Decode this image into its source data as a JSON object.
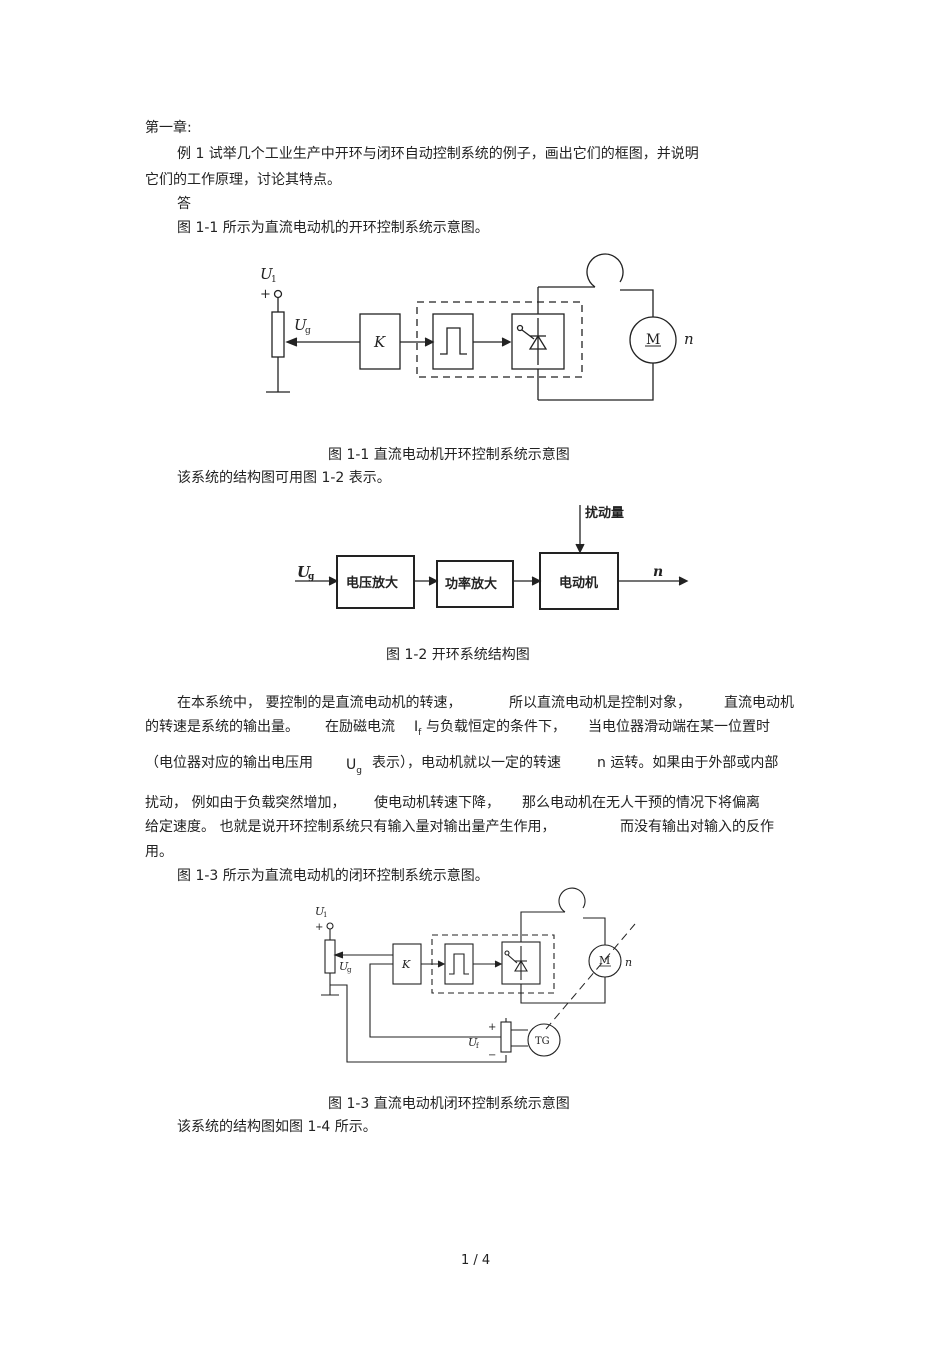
{
  "heading": "第一章:",
  "question": {
    "line1": "例 1 试举几个工业生产中开环与闭环自动控制系统的例子，画出它们的框图，并说明",
    "line2": "它们的工作原理，讨论其特点。"
  },
  "answer_label": "答",
  "intro_fig1": "图 1-1 所示为直流电动机的开环控制系统示意图。",
  "fig1": {
    "caption": "图 1-1    直流电动机开环控制系统示意图",
    "u1_label": "U",
    "u1_sub": "1",
    "plus": "+",
    "ug_label": "U",
    "ug_sub": "g",
    "k_label": "K",
    "motor_label": "M",
    "speed_label": "n"
  },
  "intro_fig2": "该系统的结构图可用图    1-2 表示。",
  "fig2": {
    "caption": "图 1-2    开环系统结构图",
    "input_label": "U",
    "input_sub": "g",
    "disturbance_label": "扰动量",
    "block1": "电压放大",
    "block2": "功率放大",
    "block3": "电动机",
    "output_label": "n"
  },
  "para": {
    "l1a": "在本系统中，  要控制的是直流电动机的转速，",
    "l1b": "所以直流电动机是控制对象，",
    "l1c": "直流电动机",
    "l2a": "的转速是系统的输出量。",
    "l2b": "在励磁电流",
    "l2c": "I",
    "l2c_sub": "f",
    "l2d": "与负载恒定的条件下，",
    "l2e": "当电位器滑动端在某一位置时",
    "l3a": "（电位器对应的输出电压用",
    "l3b": "U",
    "l3b_sub": "g",
    "l3c": "表示），电动机就以一定的转速",
    "l3d": "n 运转。如果由于外部或内部",
    "l4a": "扰动，  例如由于负载突然增加，",
    "l4b": "使电动机转速下降，",
    "l4c": "那么电动机在无人干预的情况下将偏离",
    "l5a": "给定速度。  也就是说开环控制系统只有输入量对输出量产生作用，",
    "l5b": "而没有输出对输入的反作",
    "l6": "用。"
  },
  "intro_fig3": "图 1-3 所示为直流电动机的闭环控制系统示意图。",
  "fig3": {
    "caption": "图 1-3    直流电动机闭环控制系统示意图",
    "u1_label": "U",
    "u1_sub": "1",
    "plus": "+",
    "ug_label": "U",
    "ug_sub": "g",
    "k_label": "K",
    "motor_label": "M",
    "speed_label": "n",
    "tg_label": "TG",
    "uf_label": "U",
    "uf_sub": "f",
    "fb_plus": "+",
    "fb_minus": "−"
  },
  "intro_fig4": "该系统的结构图如图    1-4 所示。",
  "page_number": "1 / 4"
}
